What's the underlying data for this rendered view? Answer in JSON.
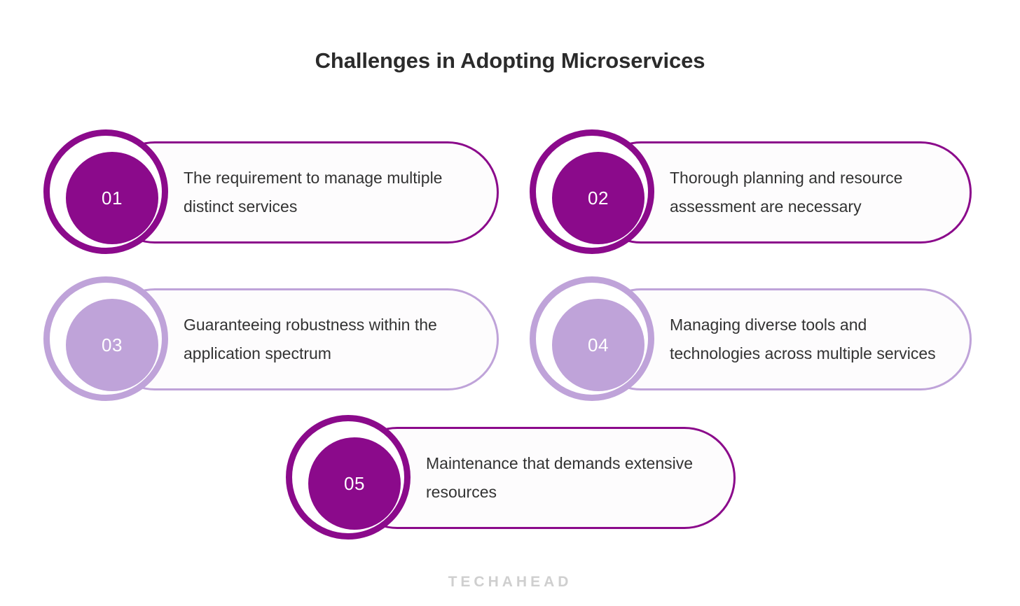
{
  "title": "Challenges in Adopting Microservices",
  "theme": {
    "background": "#ffffff",
    "accent_dark": "#8b0a8b",
    "accent_light": "#bfa3d9",
    "pill_fill": "#fdfcfd",
    "title_color": "#2b2b2b",
    "body_text_color": "#333333",
    "watermark_color": "#cfcfcf"
  },
  "cards": [
    {
      "number": "01",
      "text": "The requirement to manage multiple distinct services",
      "tone": "dark"
    },
    {
      "number": "02",
      "text": "Thorough planning and resource assessment are necessary",
      "tone": "dark"
    },
    {
      "number": "03",
      "text": "Guaranteeing robustness within the application spectrum",
      "tone": "light"
    },
    {
      "number": "04",
      "text": "Managing diverse tools and technologies across multiple services",
      "tone": "light"
    },
    {
      "number": "05",
      "text": "Maintenance that demands extensive resources",
      "tone": "dark"
    }
  ],
  "watermark": "TECHAHEAD"
}
